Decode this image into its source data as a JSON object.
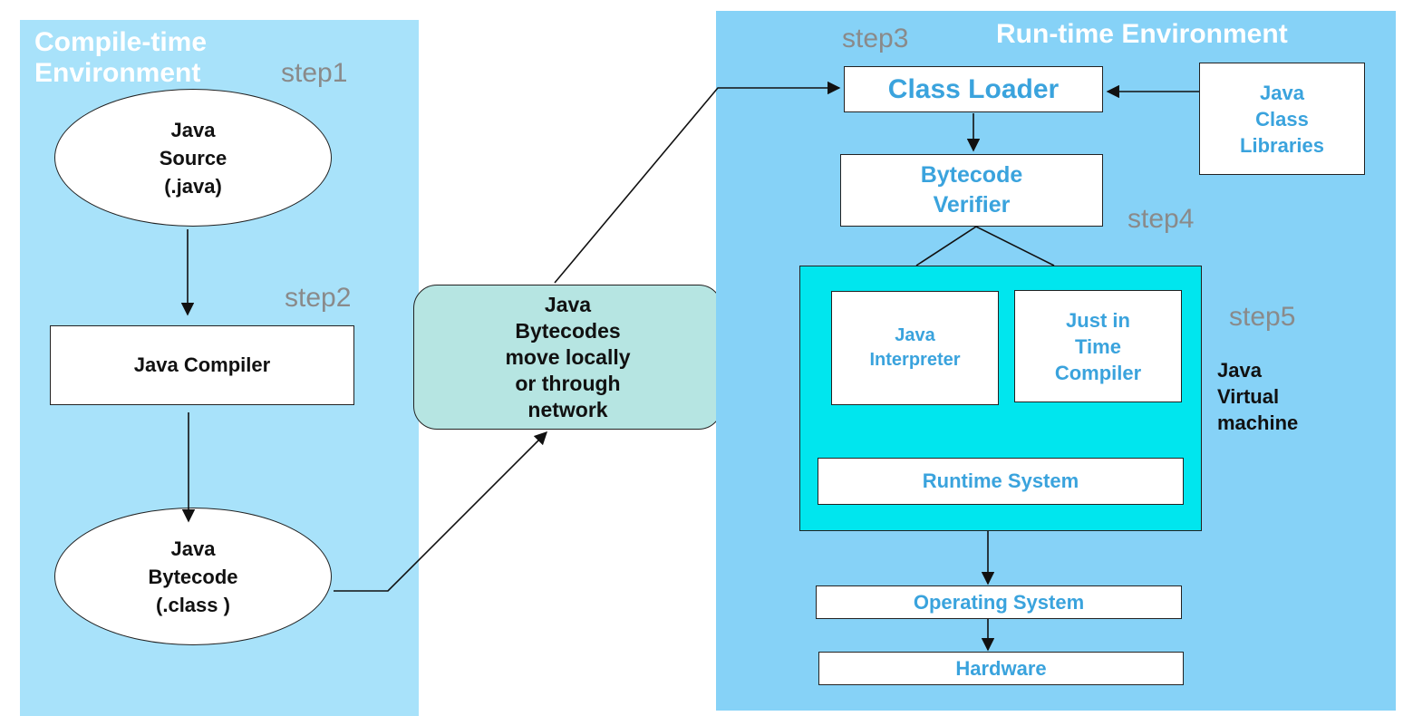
{
  "compile_panel": {
    "title": "Compile-time\nEnvironment",
    "step1": "step1",
    "step2": "step2",
    "java_source": "Java\nSource\n(.java)",
    "java_compiler": "Java Compiler",
    "java_bytecode": "Java\nBytecode\n(.class )"
  },
  "transfer": {
    "label": "Java\nBytecodes\nmove locally\nor through\nnetwork"
  },
  "runtime_panel": {
    "title": "Run-time Environment",
    "step3": "step3",
    "step4": "step4",
    "step5": "step5",
    "class_loader": "Class Loader",
    "class_libraries": "Java\nClass\nLibraries",
    "bytecode_verifier": "Bytecode\nVerifier",
    "java_interpreter": "Java\nInterpreter",
    "jit_compiler": "Just in\nTime\nCompiler",
    "runtime_system": "Runtime System",
    "jvm_label": "Java\nVirtual\nmachine",
    "operating_system": "Operating System",
    "hardware": "Hardware"
  },
  "colors": {
    "compile_panel_bg": "#a8e2fa",
    "runtime_panel_bg": "#86d2f7",
    "jvm_bg": "#00e6ee",
    "transfer_bg": "#b6e5e2",
    "blue_text": "#3aa3dd",
    "step_text": "#8a8a8a"
  }
}
